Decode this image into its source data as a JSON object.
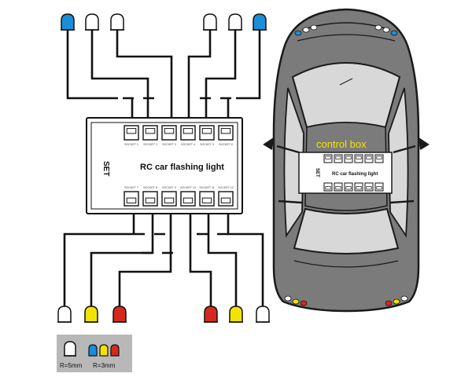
{
  "board": {
    "title": "RC car flashing light",
    "set_label": "SET",
    "top_ports": [
      "SOCKET 1",
      "SOCKET 2",
      "SOCKET 3",
      "SOCKET 4",
      "SOCKET 5",
      "SOCKET 6"
    ],
    "bottom_ports": [
      "SOCKET 7",
      "SOCKET 8",
      "SOCKET 9",
      "SOCKET 10",
      "SOCKET 11",
      "SOCKET 12"
    ]
  },
  "car": {
    "label": "control box",
    "mini_title": "RC car flashing light",
    "mini_set_label": "SET"
  },
  "legend": {
    "large_label": "R=5mm",
    "small_label": "R=3mm"
  },
  "colors": {
    "blue_led": "#1a8fd8",
    "yellow_led": "#f2e400",
    "red_led": "#d42a1e",
    "white_led": "#ffffff",
    "car_body": "#7b7b7b",
    "car_outline": "#1a1a1a",
    "window": "#d8d8d8",
    "label_yellow": "#f5e600",
    "legend_bg": "#b8b8b8"
  },
  "leds": {
    "top": [
      {
        "color": "blue"
      },
      {
        "color": "white"
      },
      {
        "color": "white"
      },
      {
        "color": "white"
      },
      {
        "color": "white"
      },
      {
        "color": "blue"
      }
    ],
    "bottom": [
      {
        "color": "white"
      },
      {
        "color": "yellow"
      },
      {
        "color": "red"
      },
      {
        "color": "red"
      },
      {
        "color": "yellow"
      },
      {
        "color": "white"
      }
    ]
  }
}
